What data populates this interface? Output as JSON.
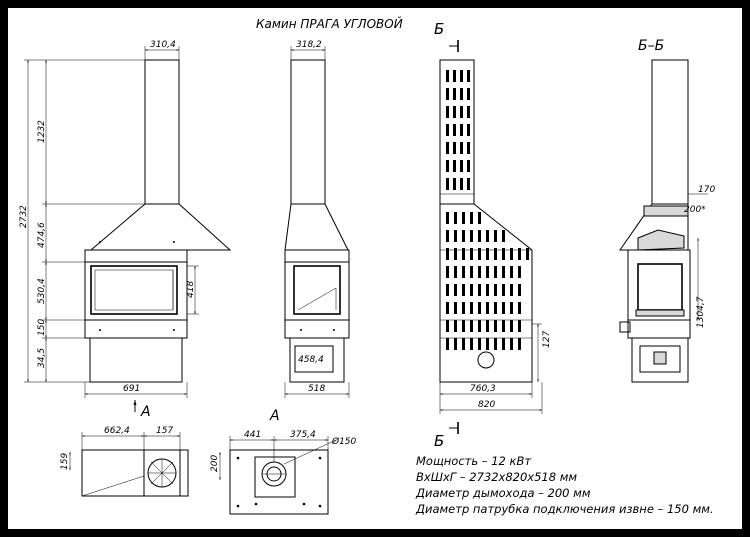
{
  "title": "Камин ПРАГА УГЛОВОЙ",
  "section_marker": "Б",
  "section_title": "Б–Б",
  "view_marker": "А",
  "dimensions": {
    "total_height": "2732",
    "chimney_height": "1232",
    "hood_height": "474,6",
    "firebox_height": "530,4",
    "base_band": "150",
    "plinth": "34,5",
    "front_width": "691",
    "chimney_front_width": "310,4",
    "chimney_side_width": "318,2",
    "side_depth": "518",
    "firebox_opening": "418",
    "ash_door": "458,4",
    "back_width_inner": "760,3",
    "back_width": "820",
    "back_low": "127",
    "section_170": "170",
    "section_200": "200*",
    "section_height": "1304,7",
    "plan_left_width": "662,4",
    "plan_left_flue": "157",
    "plan_left_depth": "159",
    "plan_right_441": "441",
    "plan_right_375": "375,4",
    "plan_right_dia": "Ø150",
    "plan_right_200": "200"
  },
  "specs": [
    "Мощность – 12 кВт",
    "ВхШхГ – 2732х820х518 мм",
    "Диаметр дымохода – 200 мм",
    "Диаметр патрубка подключения извне – 150 мм."
  ]
}
